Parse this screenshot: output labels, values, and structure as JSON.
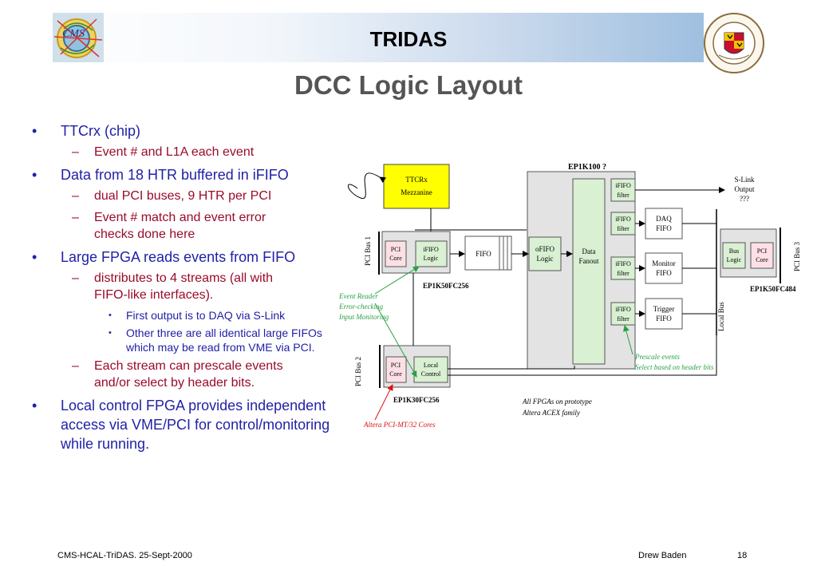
{
  "header": {
    "title": "TRIDAS"
  },
  "slide": {
    "title": "DCC Logic Layout"
  },
  "logos": {
    "left": "CMS",
    "right": "University of Maryland"
  },
  "bullets": [
    {
      "text": "TTCrx (chip)",
      "subs": [
        {
          "text": "Event # and L1A each event"
        }
      ]
    },
    {
      "text": "Data from 18 HTR buffered in iFIFO",
      "subs": [
        {
          "text": "dual PCI buses, 9 HTR per PCI"
        },
        {
          "text": "Event # match and event error checks done here"
        }
      ]
    },
    {
      "text": "Large FPGA reads events from FIFO",
      "subs": [
        {
          "text": "distributes to 4 streams (all with FIFO-like interfaces).",
          "subs": [
            {
              "text": "First output is to DAQ via S-Link"
            },
            {
              "text": "Other three are all identical large FIFOs which may be read from VME via PCI."
            }
          ]
        },
        {
          "text": "Each stream can prescale events and/or select by header bits."
        }
      ]
    },
    {
      "text": "Local control FPGA provides independent access via VME/PCI for control/monitoring while running."
    }
  ],
  "diagram": {
    "ep1k100": "EP1K100 ?",
    "ttcrx": [
      "TTCRx",
      "Mezzanine"
    ],
    "pci_bus_1": "PCI Bus 1",
    "pci_bus_2": "PCI Bus 2",
    "pci_bus_3": "PCI Bus 3",
    "local_bus": "Local Bus",
    "pci_core": [
      "PCI",
      "Core"
    ],
    "ififo_logic": [
      "iFIFO",
      "Logic"
    ],
    "fifo": "FIFO",
    "ofifo_logic": [
      "oFIFO",
      "Logic"
    ],
    "data_fanout": [
      "Data",
      "Fanout"
    ],
    "ififo_filter": [
      "iFIFO",
      "filter"
    ],
    "slink_output": [
      "S-Link",
      "Output",
      "???"
    ],
    "daq_fifo": [
      "DAQ",
      "FIFO"
    ],
    "monitor_fifo": [
      "Monitor",
      "FIFO"
    ],
    "trigger_fifo": [
      "Trigger",
      "FIFO"
    ],
    "bus_logic": [
      "Bus",
      "Logic"
    ],
    "ep1k50fc256": "EP1K50FC256",
    "ep1k50fc484": "EP1K50FC484",
    "local_control": [
      "Local",
      "Control"
    ],
    "ep1k30fc256": "EP1K30FC256",
    "event_reader_note": [
      "Event Reader",
      "Error-checking",
      "Input Monitoring"
    ],
    "prescale_note": [
      "Prescale events",
      "Select based on header bits"
    ],
    "fpga_note": [
      "All FPGAs on prototype",
      "Altera ACEX family"
    ],
    "altera_note": "Altera PCI-MT/32 Cores"
  },
  "footer": {
    "left": "CMS-HCAL-TriDAS. 25-Sept-2000",
    "author": "Drew Baden",
    "page": "18"
  }
}
